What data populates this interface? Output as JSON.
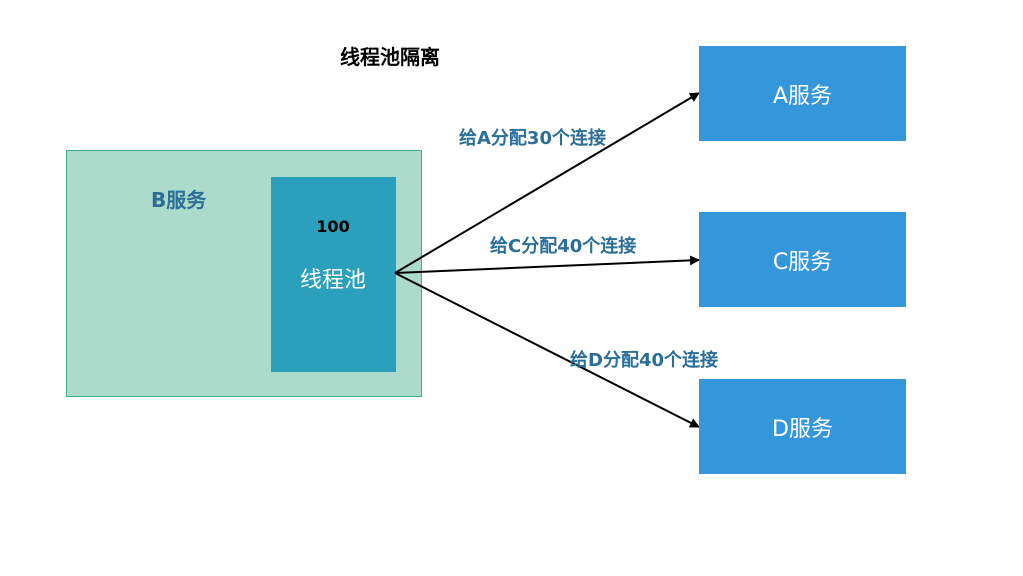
{
  "title": "线程池隔离",
  "b_service": {
    "label": "B服务",
    "pool": {
      "count": "100",
      "label": "线程池"
    }
  },
  "services": {
    "a": "A服务",
    "c": "C服务",
    "d": "D服务"
  },
  "edges": {
    "a": "给A分配30个连接",
    "c": "给C分配40个连接",
    "d": "给D分配40个连接"
  },
  "colors": {
    "b_service_fill": "#acdbcc",
    "pool_fill": "#2aa0bd",
    "service_fill": "#3496db",
    "label_blue": "#2b6f97"
  }
}
